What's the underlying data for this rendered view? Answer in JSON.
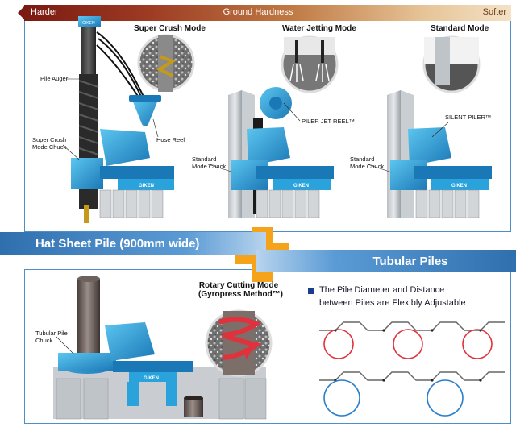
{
  "hardness_bar": {
    "left": "Harder",
    "center": "Ground Hardness",
    "right": "Softer"
  },
  "modes": {
    "super_crush": "Super Crush Mode",
    "water_jetting": "Water Jetting Mode",
    "standard": "Standard Mode",
    "rotary": "Rotary Cutting Mode",
    "rotary_sub": "(Gyropress Method™)"
  },
  "callouts": {
    "pile_auger": "Pile Auger",
    "super_crush_chuck_1": "Super Crush",
    "super_crush_chuck_2": "Mode Chuck",
    "hose_reel": "Hose Reel",
    "piler_jet_reel": "PILER JET REEL™",
    "standard_chuck_a_1": "Standard",
    "standard_chuck_a_2": "Mode Chuck",
    "silent_piler": "SILENT PILER™",
    "standard_chuck_b_1": "Standard",
    "standard_chuck_b_2": "Mode Chuck",
    "tubular_chuck_1": "Tubular Pile",
    "tubular_chuck_2": "Chuck"
  },
  "sections": {
    "hat_sheet": "Hat Sheet Pile (900mm wide)",
    "tubular": "Tubular Piles"
  },
  "note": {
    "line1": "The Pile Diameter and Distance",
    "line2": "between Piles are Flexibly Adjustable"
  },
  "brand": "GIKEN",
  "colors": {
    "machine_blue": "#2aa3dc",
    "machine_dark": "#1b6fa8",
    "panel_border": "#4f8fc7",
    "plus_orange": "#f5a31a",
    "circle_red": "#e0323c",
    "circle_blue": "#2c7fc9"
  }
}
